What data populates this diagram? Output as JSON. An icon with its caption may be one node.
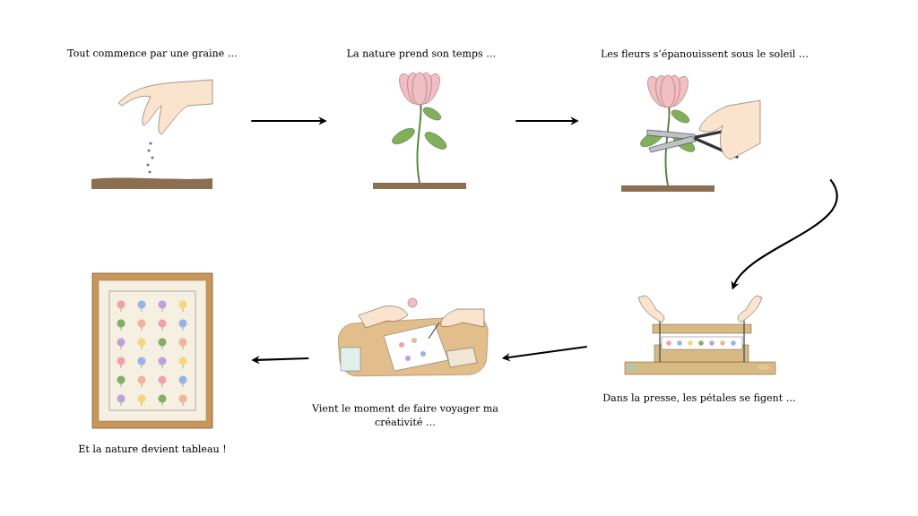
{
  "diagram": {
    "nodes": [
      {
        "text": [
          "Tout commence par une graine …"
        ]
      },
      {
        "text": [
          "La nature prend son temps …"
        ]
      },
      {
        "text": [
          "Les fleurs s’épanouissent sous le soleil …"
        ]
      },
      {
        "text": [
          "Et la nature devient tableau !"
        ]
      },
      {
        "text": [
          "Vient le moment de faire voyager ma créativité …"
        ]
      },
      {
        "text": [
          "Dans la presse, les pétales se figent …"
        ]
      }
    ],
    "edges": [
      {
        "from": 0,
        "to": 1,
        "arrow": "to"
      },
      {
        "from": 1,
        "to": 2,
        "arrow": "to"
      },
      {
        "from": 2,
        "to": 5,
        "arrow": "to"
      },
      {
        "from": 5,
        "to": 4,
        "arrow": "to"
      },
      {
        "from": 4,
        "to": 3,
        "arrow": "to"
      }
    ]
  }
}
